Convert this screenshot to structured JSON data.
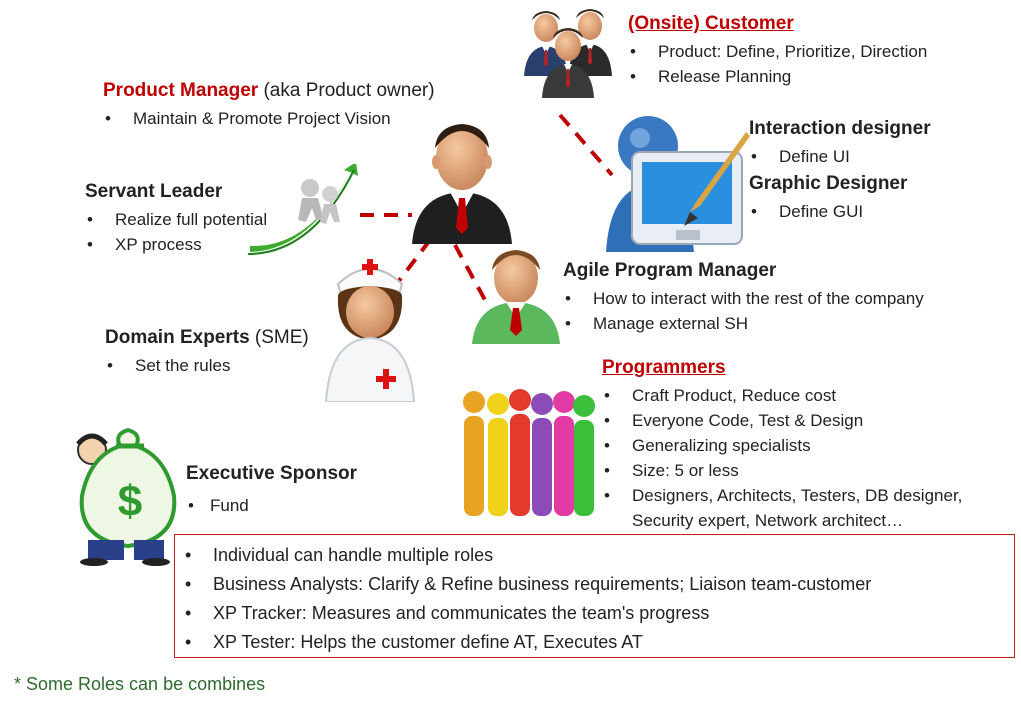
{
  "customer": {
    "title": "(Onsite) Customer",
    "items": [
      "Product: Define, Prioritize, Direction",
      "Release Planning"
    ]
  },
  "product_manager": {
    "title": "Product Manager",
    "aka": " (aka Product owner)",
    "items": [
      "Maintain & Promote Project Vision"
    ]
  },
  "interaction_designer": {
    "title": "Interaction designer",
    "items": [
      "Define UI"
    ]
  },
  "graphic_designer": {
    "title": "Graphic Designer",
    "items": [
      "Define GUI"
    ]
  },
  "servant_leader": {
    "title": "Servant Leader",
    "items": [
      "Realize full potential",
      "XP process"
    ]
  },
  "agile_program_manager": {
    "title": "Agile Program Manager",
    "items": [
      "How to interact with the rest of the company",
      "Manage external SH"
    ]
  },
  "domain_experts": {
    "title": "Domain Experts",
    "aka": " (SME)",
    "items": [
      "Set the rules"
    ]
  },
  "programmers": {
    "title": "Programmers",
    "items": [
      "Craft Product, Reduce cost",
      "Everyone Code, Test & Design",
      "Generalizing specialists",
      "Size: 5 or less",
      "Designers, Architects, Testers, DB designer,",
      "Security expert, Network architect…"
    ]
  },
  "executive_sponsor": {
    "title": "Executive Sponsor",
    "items": [
      "Fund"
    ]
  },
  "notes": [
    "Individual can handle multiple roles",
    "Business Analysts: Clarify & Refine business requirements; Liaison team-customer",
    "XP Tracker: Measures and communicates the team's progress",
    "XP Tester: Helps the customer define AT, Executes AT"
  ],
  "money_symbol": "$",
  "footnote": "* Some Roles can be combines",
  "colors": {
    "title_red": "#c00000",
    "connector_red": "#c00000",
    "footnote_green": "#2e6b2e",
    "box_border": "#c02020"
  }
}
